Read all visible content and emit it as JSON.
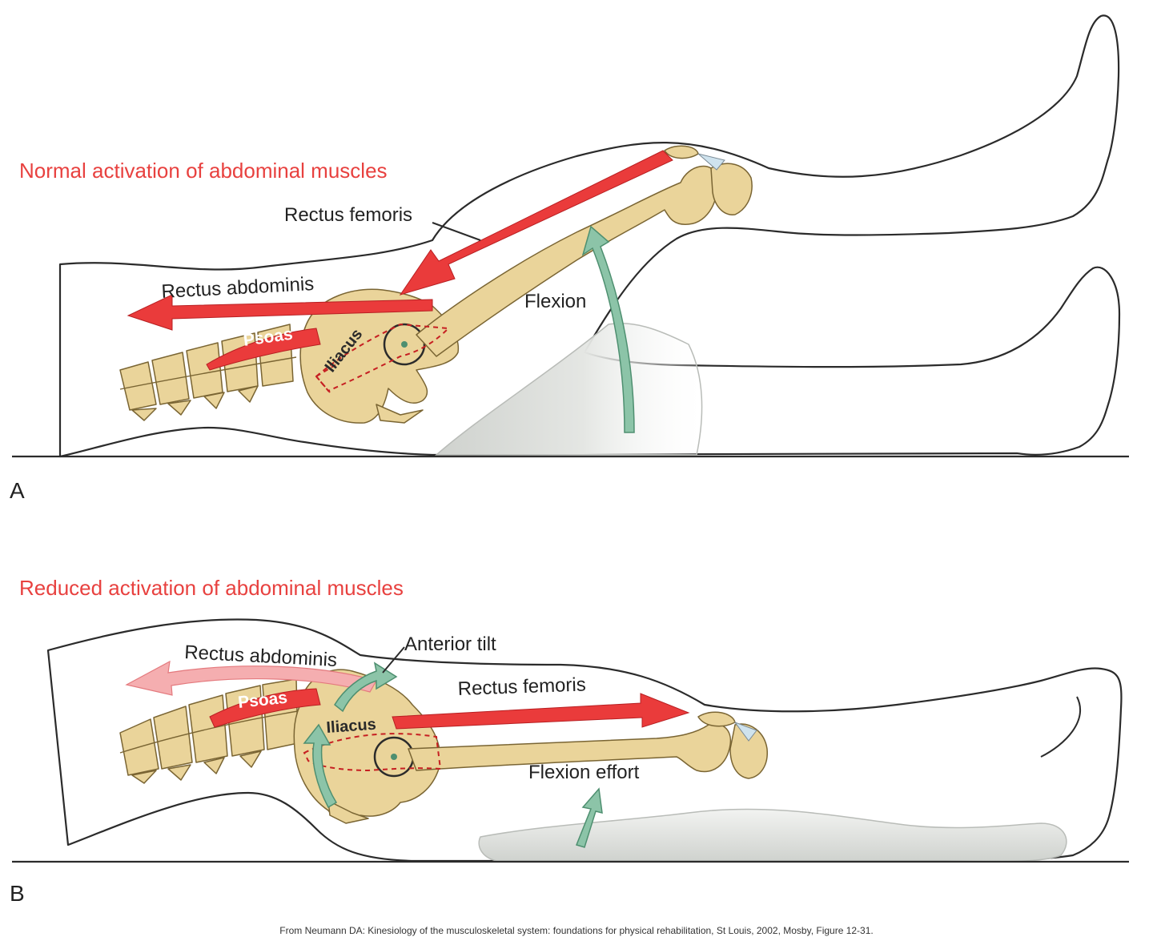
{
  "panel_a": {
    "letter": "A",
    "title": "Normal activation of abdominal muscles",
    "labels": {
      "rectus_femoris": "Rectus femoris",
      "rectus_abdominis": "Rectus abdominis",
      "flexion": "Flexion",
      "psoas": "Psoas",
      "iliacus": "Iliacus"
    }
  },
  "panel_b": {
    "letter": "B",
    "title": "Reduced activation of abdominal muscles",
    "labels": {
      "rectus_abdominis": "Rectus abdominis",
      "anterior_tilt": "Anterior tilt",
      "rectus_femoris": "Rectus femoris",
      "psoas": "Psoas",
      "iliacus": "Iliacus",
      "flexion_effort": "Flexion effort"
    }
  },
  "caption": "From Neumann DA: Kinesiology of the musculoskeletal system: foundations for physical rehabilitation, St Louis, 2002, Mosby, Figure 12-31.",
  "colors": {
    "title_red": "#e8413f",
    "muscle_red": "#ea3b3b",
    "bone": "#ead49a",
    "arrow_green": "#8cc4a8",
    "pillow_gray": "#d9dbd8"
  }
}
